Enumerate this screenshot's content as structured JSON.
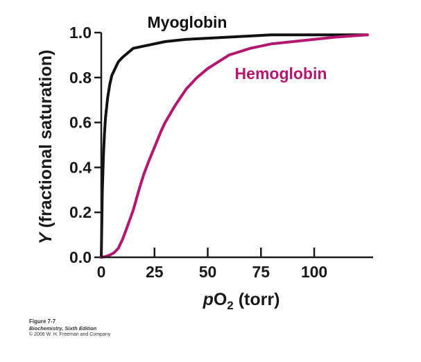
{
  "chart_data": {
    "type": "line",
    "xlabel_prefix": "p",
    "xlabel_main": "O",
    "xlabel_sub": "2",
    "xlabel_suffix": " (torr)",
    "ylabel_italic": "Y",
    "ylabel_rest": " (fractional saturation)",
    "xlim": [
      0,
      125
    ],
    "ylim": [
      0,
      1.0
    ],
    "xticks": [
      0,
      25,
      50,
      75,
      100
    ],
    "yticks": [
      "0.0",
      "0.2",
      "0.4",
      "0.6",
      "0.8",
      "1.0"
    ],
    "series": [
      {
        "name": "Myoglobin",
        "color": "#111111",
        "x": [
          0,
          0.5,
          1,
          1.5,
          2,
          3,
          4,
          5,
          6,
          8,
          10,
          15,
          20,
          30,
          40,
          60,
          80,
          100,
          125
        ],
        "y": [
          0,
          0.29,
          0.45,
          0.55,
          0.62,
          0.71,
          0.77,
          0.81,
          0.83,
          0.87,
          0.89,
          0.93,
          0.94,
          0.96,
          0.97,
          0.98,
          0.99,
          0.99,
          0.99
        ]
      },
      {
        "name": "Hemoglobin",
        "color": "#b5166f",
        "x": [
          0,
          2,
          4,
          6,
          8,
          10,
          12,
          15,
          18,
          20,
          22,
          25,
          28,
          30,
          35,
          40,
          45,
          50,
          60,
          70,
          80,
          90,
          100,
          110,
          125
        ],
        "y": [
          0,
          0.003,
          0.01,
          0.02,
          0.04,
          0.08,
          0.13,
          0.21,
          0.31,
          0.37,
          0.42,
          0.49,
          0.56,
          0.6,
          0.68,
          0.75,
          0.8,
          0.84,
          0.9,
          0.93,
          0.95,
          0.96,
          0.97,
          0.98,
          0.99
        ]
      }
    ]
  },
  "caption": {
    "figure": "Figure 7-7",
    "book": "Biochemistry, Sixth Edition",
    "copyright": "© 2006 W. H. Freeman and Company"
  }
}
